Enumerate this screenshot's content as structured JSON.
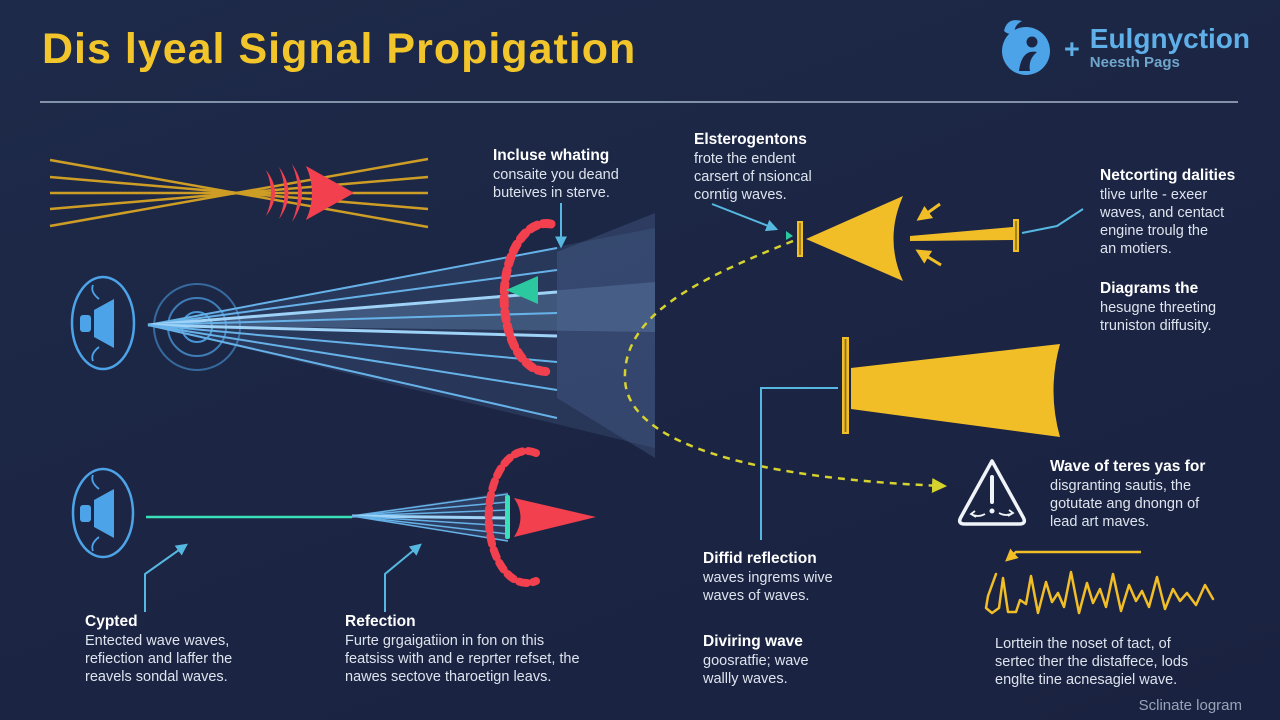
{
  "title": "Dis lyeal Signal Propigation",
  "brand": {
    "logo_icon": "person-circle-logo",
    "plus": "+",
    "name": "Eulgnyction",
    "subtitle": "Neesth Pags"
  },
  "annotations": {
    "incluse": {
      "heading": "Incluse whating",
      "body": "consaite you deand\nbuteives in sterve."
    },
    "elsterogentons": {
      "heading": "Elsterogentons",
      "body": "frote the endent\ncarsert of nsioncal\ncorntig waves."
    },
    "netcorting": {
      "heading": "Netcorting dalities",
      "body": "tlive urlte - exeer\nwaves, and centact\nengine troulg the\nan motiers."
    },
    "diagrams": {
      "heading": "Diagrams the",
      "body": "hesugne threeting\ntruniston diffusity."
    },
    "wave_of": {
      "heading": "Wave of teres yas for",
      "body": "disgranting sautis, the\ngotutate ang dnongn of\nlead art maves."
    },
    "cypted": {
      "heading": "Cypted",
      "body": "Entected wave waves,\nrefiection and laffer the\nreavels sondal waves."
    },
    "refection": {
      "heading": "Refection",
      "body": "Furte grgaigatiion in fon on this\nfeatsiss with and e reprter refset, the\nnawes sectove tharoetign leavs."
    },
    "diffid": {
      "heading": "Diffid reflection",
      "body": "waves ingrems wive\nwaves of waves."
    },
    "diviring": {
      "heading": "Diviring wave",
      "body": "goosratfie; wave\nwallly waves."
    },
    "lorttein": {
      "body": "Lorttein the noset of tact, of\nsertec ther the distaffece, lods\nenglte tine acnesagiel wave."
    }
  },
  "footer": {
    "caption": "Sclinate logram"
  },
  "icons": [
    "speaker-icon",
    "warning-triangle-icon",
    "person-circle-logo"
  ],
  "colors": {
    "background": "#1c2644",
    "title_yellow": "#f2c52a",
    "yellow": "#f2be28",
    "gold_lines": "#e2aa22",
    "red": "#f2404f",
    "blue": "#4da3e8",
    "beam": "#66b2e8",
    "cyan": "#56b8e0",
    "teal": "#2cc9a0",
    "teal_bar": "#3ae0b8",
    "dash": "#d6d22e",
    "white": "#f0f4f8",
    "heading_text": "#ffffff",
    "body_text": "#dde4ee",
    "caption": "#97a5b9",
    "brand_blue": "#5fb0e8"
  }
}
